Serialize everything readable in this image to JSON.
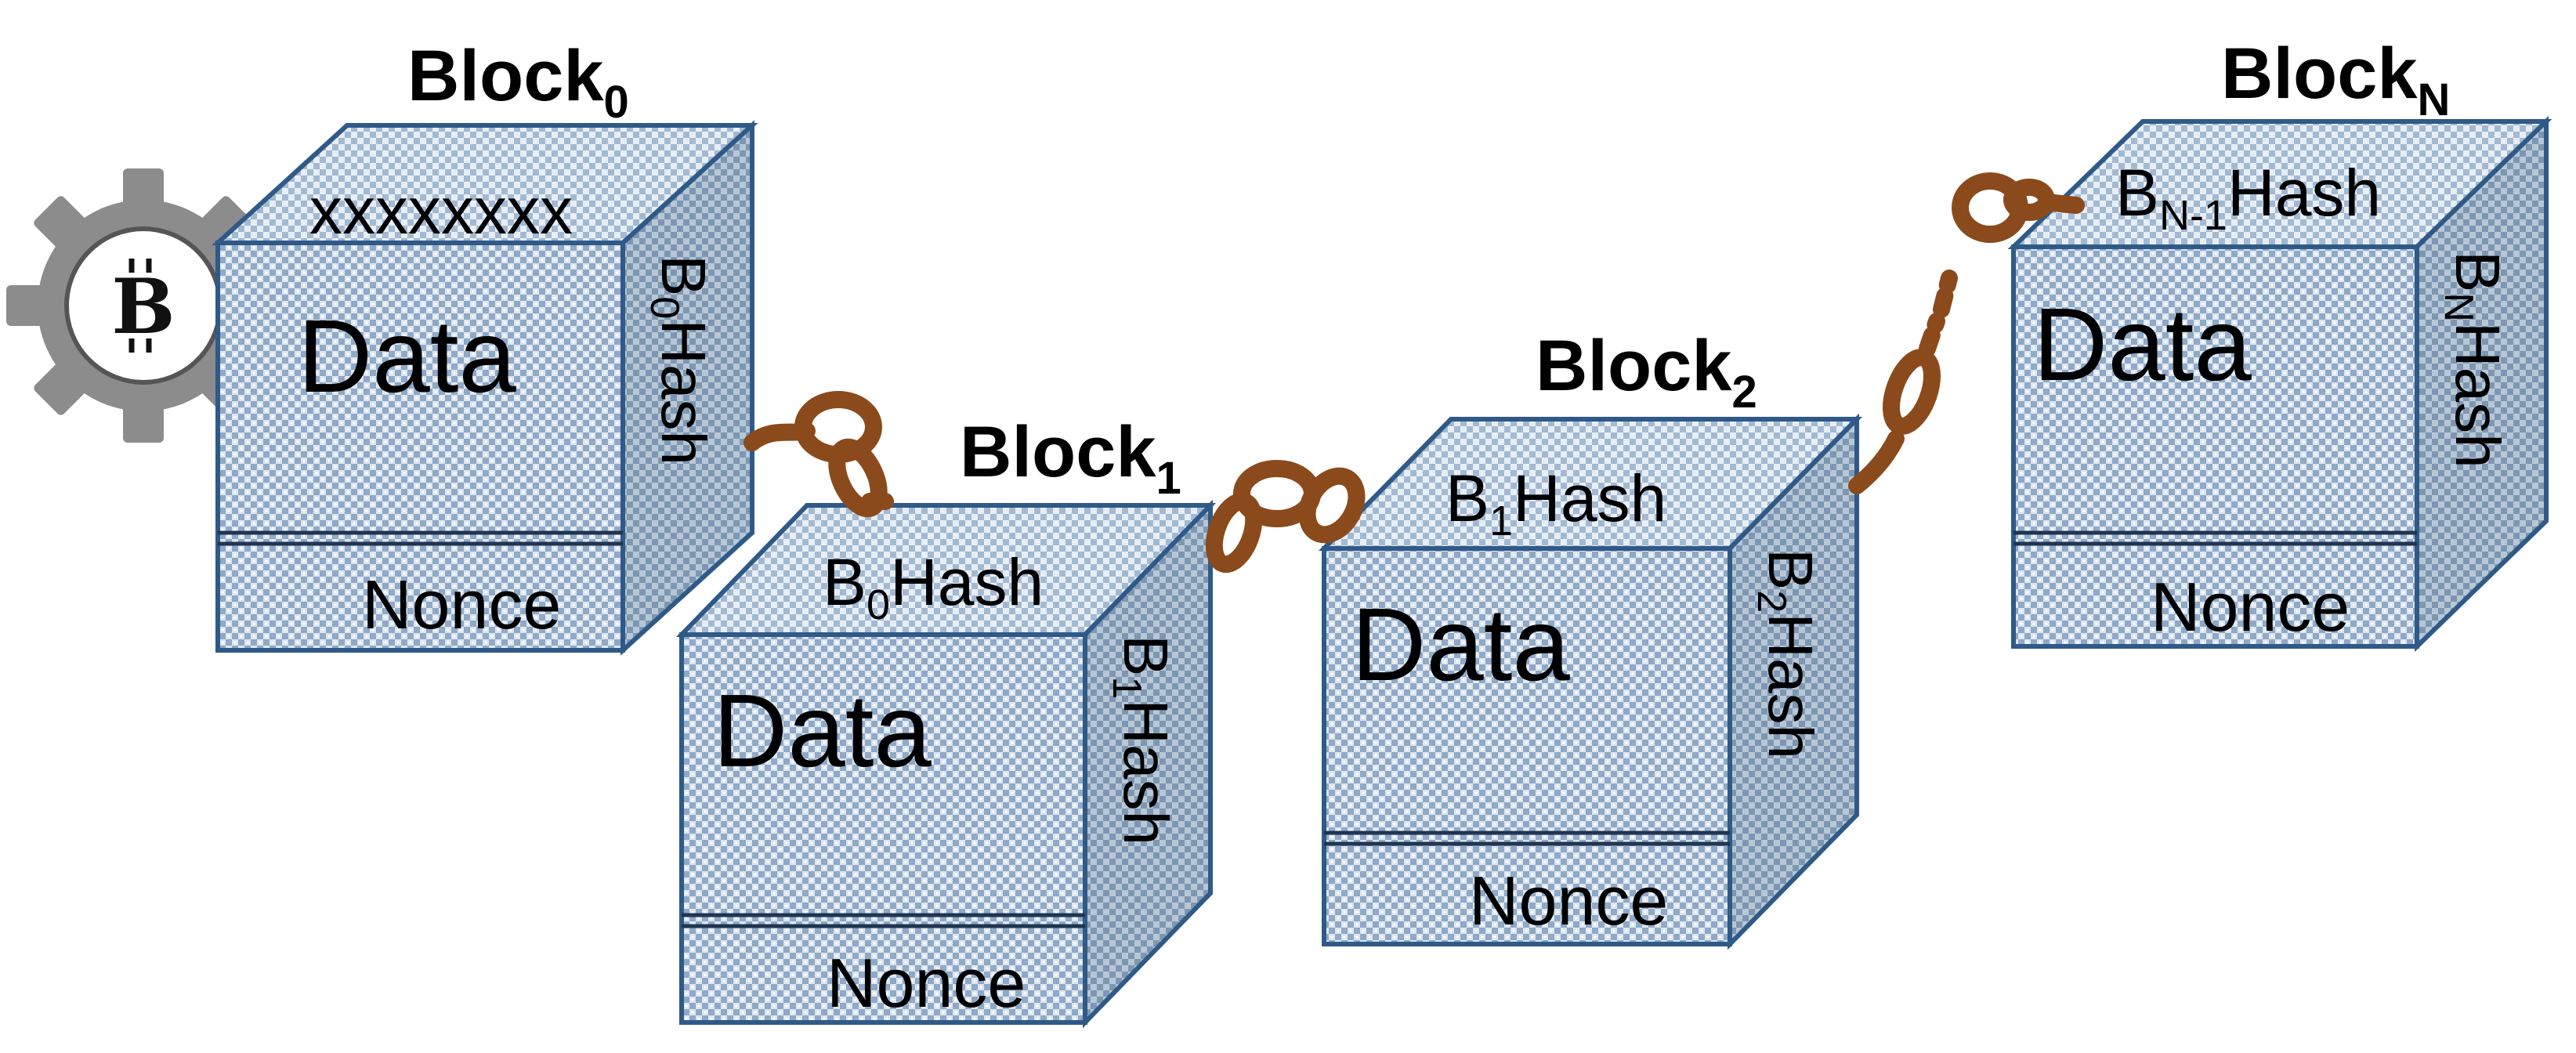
{
  "colors": {
    "block_edge": "#2f5a88",
    "block_fill": "#dde6f1",
    "block_pattern": "#6d8fb5",
    "side_fill": "#b8c7d6",
    "chain": "#8b4a1c",
    "gear": "#888888"
  },
  "icons": {
    "gear": "gear-icon",
    "coin": "bitcoin-icon"
  },
  "genesis": {
    "coin_symbol": "B"
  },
  "blocks": [
    {
      "title": "Block",
      "title_sub": "0",
      "top_text": "xxxxxxxx",
      "top_prefix": "",
      "top_sub": "",
      "top_suffix": "",
      "data_label": "Data",
      "nonce_label": "Nonce",
      "side_prefix": "B",
      "side_sub": "0",
      "side_suffix": "Hash"
    },
    {
      "title": "Block",
      "title_sub": "1",
      "top_text": "",
      "top_prefix": "B",
      "top_sub": "0",
      "top_suffix": "Hash",
      "data_label": "Data",
      "nonce_label": "Nonce",
      "side_prefix": "B",
      "side_sub": "1",
      "side_suffix": "Hash"
    },
    {
      "title": "Block",
      "title_sub": "2",
      "top_text": "",
      "top_prefix": "B",
      "top_sub": "1",
      "top_suffix": "Hash",
      "data_label": "Data",
      "nonce_label": "Nonce",
      "side_prefix": "B",
      "side_sub": "2",
      "side_suffix": "Hash"
    },
    {
      "title": "Block",
      "title_sub": "N",
      "top_text": "",
      "top_prefix": "B",
      "top_sub": "N-1",
      "top_suffix": "Hash",
      "data_label": "Data",
      "nonce_label": "Nonce",
      "side_prefix": "B",
      "side_sub": "N",
      "side_suffix": "Hash"
    }
  ]
}
